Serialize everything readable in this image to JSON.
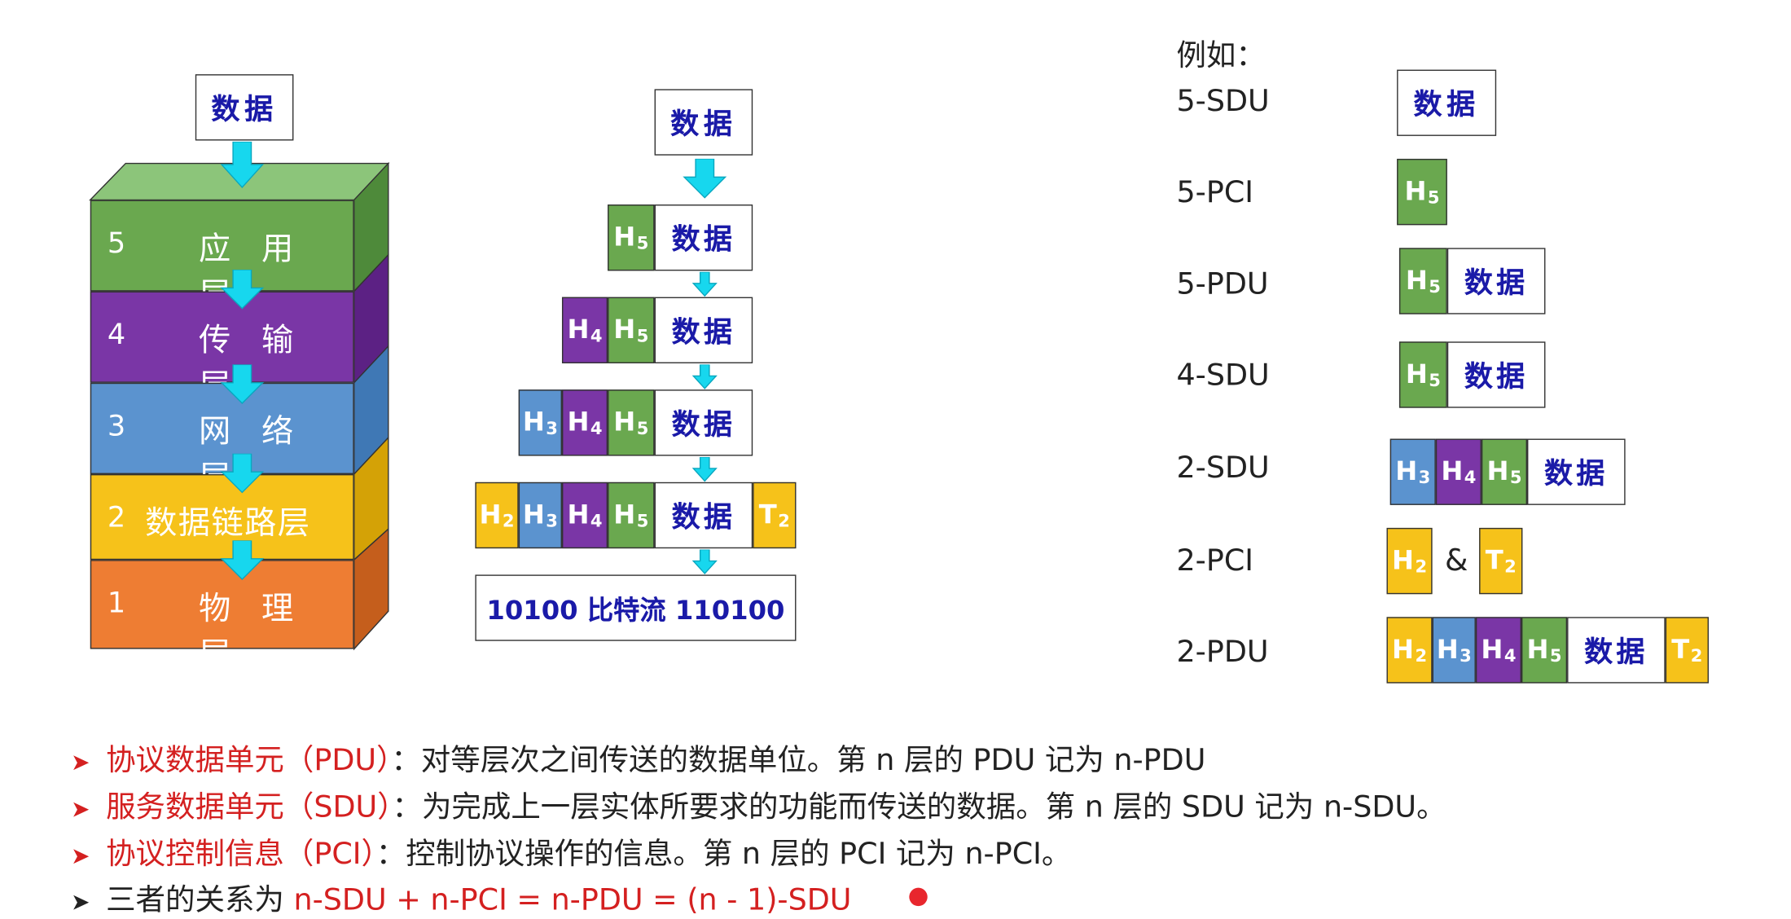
{
  "stack": {
    "top_label": "数据",
    "layers": [
      {
        "num": "5",
        "name": "应 用 层",
        "color": "#6aa84f",
        "side": "#4e8a3a",
        "top": "#8cc57a"
      },
      {
        "num": "4",
        "name": "传 输 层",
        "color": "#7a36a6",
        "side": "#5c2184"
      },
      {
        "num": "3",
        "name": "网 络 层",
        "color": "#5b93cf",
        "side": "#3f78b5"
      },
      {
        "num": "2",
        "name": "数据链路层",
        "color": "#f6c21a",
        "side": "#d4a206"
      },
      {
        "num": "1",
        "name": "物 理 层",
        "color": "#ee7d33",
        "side": "#c55e1c"
      }
    ]
  },
  "encap": {
    "data_label": "数据",
    "bitstream": "10100 比特流 110100",
    "headers": {
      "h2": "H",
      "h3": "H",
      "h4": "H",
      "h5": "H",
      "t2": "T"
    },
    "subs": {
      "2": "2",
      "3": "3",
      "4": "4",
      "5": "5"
    }
  },
  "examples": {
    "title": "例如：",
    "labels": [
      "5-SDU",
      "5-PCI",
      "5-PDU",
      "4-SDU",
      "2-SDU",
      "2-PCI",
      "2-PDU"
    ],
    "amp": "&"
  },
  "colors": {
    "h5": "#6aa84f",
    "h4": "#7a36a6",
    "h3": "#5b93cf",
    "h2": "#f6c21a",
    "t2": "#f6c21a",
    "arrow": "#17d7ee"
  },
  "notes": {
    "n1_term": "协议数据单元（PDU）",
    "n1_text": "：对等层次之间传送的数据单位。第 n 层的 PDU 记为 n-PDU",
    "n2_term": "服务数据单元（SDU）",
    "n2_text": "：为完成上一层实体所要求的功能而传送的数据。第 n 层的 SDU 记为 n-SDU。",
    "n3_term": "协议控制信息（PCI）",
    "n3_text": "：控制协议操作的信息。第 n 层的 PCI 记为 n-PCI。",
    "n4_prefix": "三者的关系为 ",
    "n4_formula": "n-SDU + n-PCI = n-PDU = (n - 1)-SDU"
  }
}
